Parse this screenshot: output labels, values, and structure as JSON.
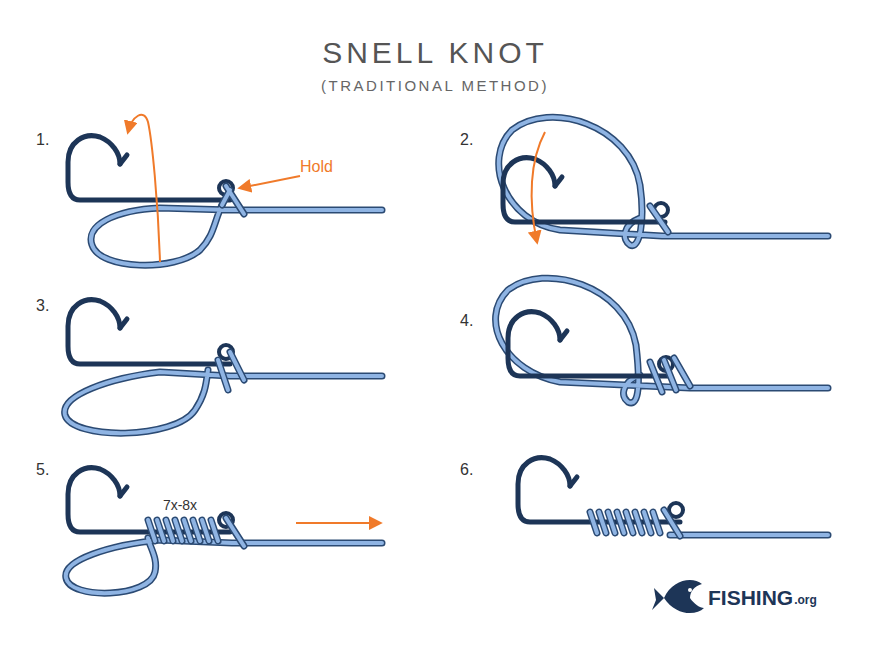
{
  "diagram": {
    "title": "SNELL KNOT",
    "labels": [
      "(TRADITIONAL METHOD)",
      "1.",
      "Hold",
      "2.",
      "3.",
      "4.",
      "5.",
      "7x-8x",
      "6.",
      "FISHING",
      ".org"
    ]
  }
}
